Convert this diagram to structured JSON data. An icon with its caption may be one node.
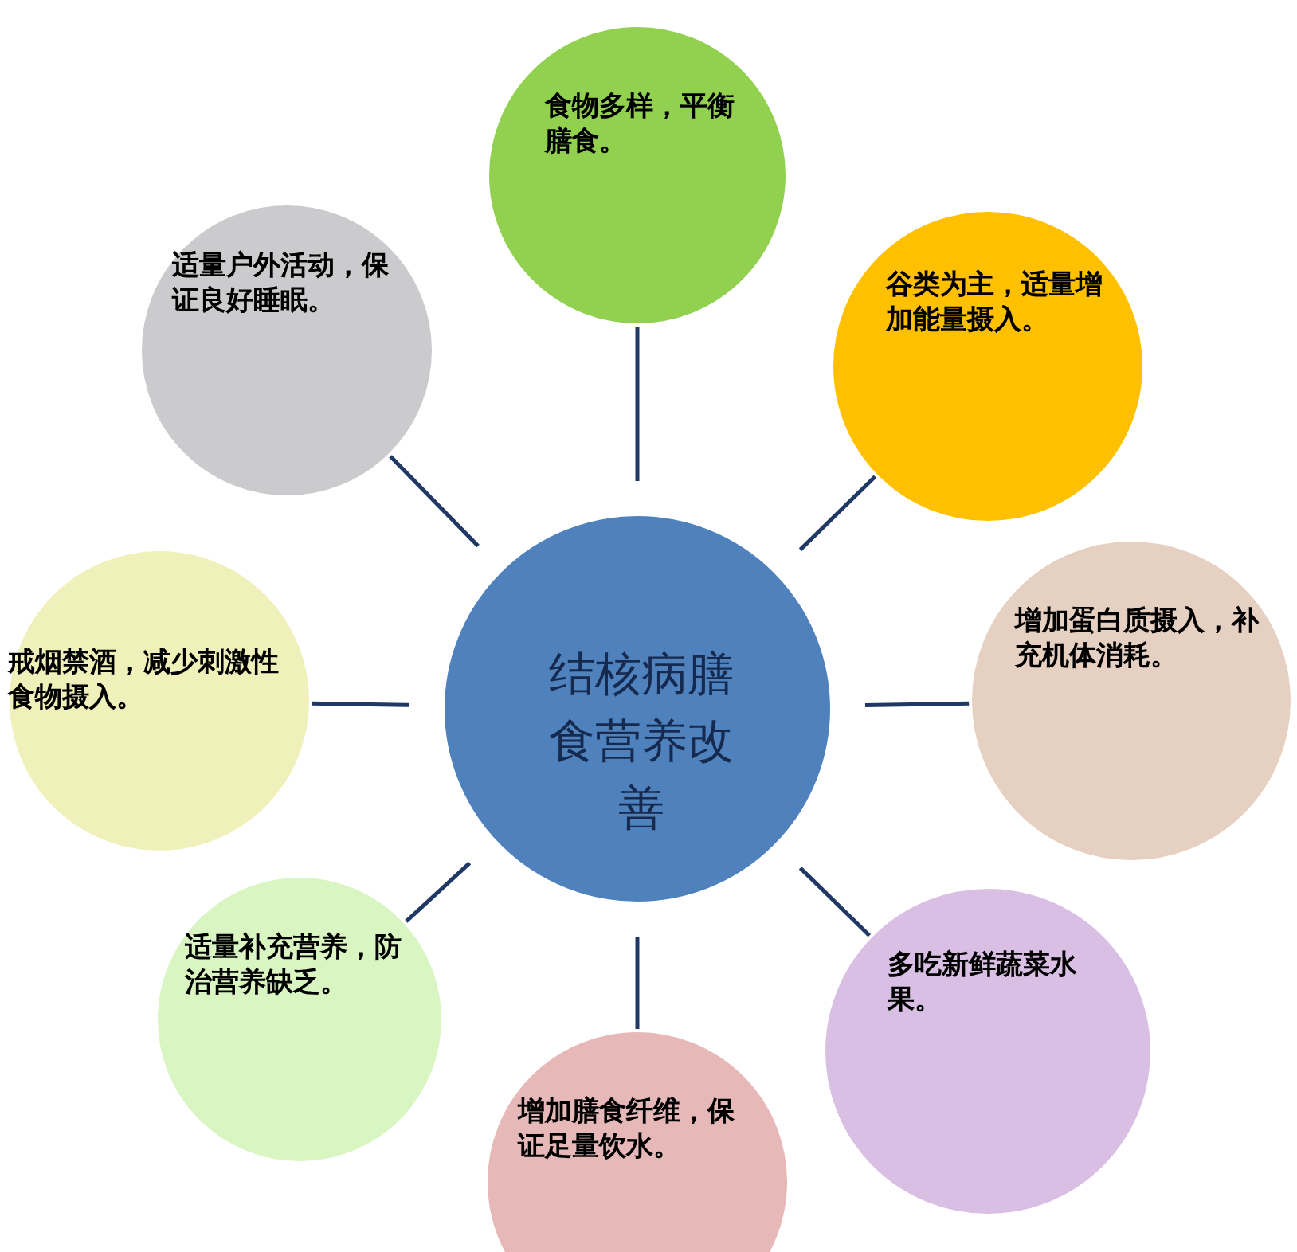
{
  "diagram": {
    "nodes": [
      {
        "text": [
          "结核病膳食营养改善"
        ]
      },
      {
        "text": [
          "食物多样，平衡膳食。"
        ]
      },
      {
        "text": [
          "谷类为主，适量增加能量摄入。"
        ]
      },
      {
        "text": [
          "增加蛋白质摄入，补充机体消耗。"
        ]
      },
      {
        "text": [
          "多吃新鲜蔬菜水果。"
        ]
      },
      {
        "text": [
          "增加膳食纤维，保证足量饮水。"
        ]
      },
      {
        "text": [
          "适量补充营养，防治营养缺乏。"
        ]
      },
      {
        "text": [
          "戒烟禁酒，减少刺激性食物摄入。"
        ]
      },
      {
        "text": [
          "适量户外活动，保证良好睡眠。"
        ]
      }
    ],
    "edges": [
      {
        "from": 0,
        "to": 1,
        "arrow": "none"
      },
      {
        "from": 0,
        "to": 2,
        "arrow": "none"
      },
      {
        "from": 0,
        "to": 3,
        "arrow": "none"
      },
      {
        "from": 0,
        "to": 4,
        "arrow": "none"
      },
      {
        "from": 0,
        "to": 5,
        "arrow": "none"
      },
      {
        "from": 0,
        "to": 6,
        "arrow": "none"
      },
      {
        "from": 0,
        "to": 7,
        "arrow": "none"
      },
      {
        "from": 0,
        "to": 8,
        "arrow": "none"
      }
    ]
  }
}
